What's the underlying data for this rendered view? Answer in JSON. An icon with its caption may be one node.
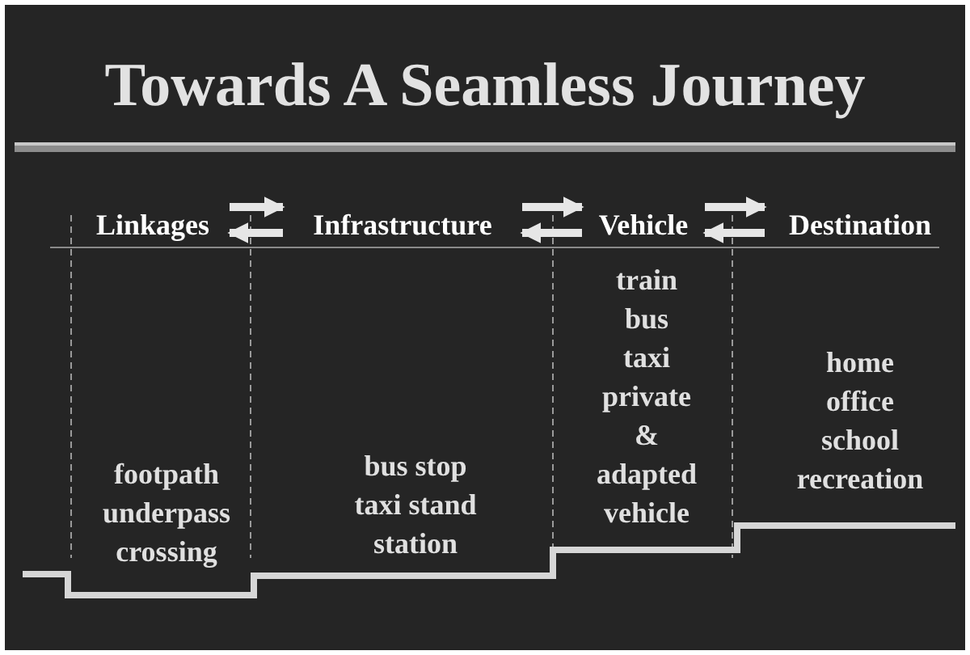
{
  "diagram": {
    "title": "Towards A Seamless Journey",
    "nodes": [
      {
        "text": [
          "Linkages"
        ],
        "beside": [
          "footpath",
          "underpass",
          "crossing"
        ]
      },
      {
        "text": [
          "Infrastructure"
        ],
        "beside": [
          "bus stop",
          "taxi stand",
          "station"
        ]
      },
      {
        "text": [
          "Vehicle"
        ],
        "beside": [
          "train",
          "bus",
          "taxi",
          "private & adapted vehicle"
        ]
      },
      {
        "text": [
          "Destination"
        ],
        "beside": [
          "home",
          "office",
          "school",
          "recreation"
        ]
      }
    ],
    "edges": [
      {
        "from": 0,
        "to": 1,
        "arrow": "to"
      },
      {
        "from": 1,
        "to": 0,
        "arrow": "to"
      },
      {
        "from": 1,
        "to": 2,
        "arrow": "to"
      },
      {
        "from": 2,
        "to": 1,
        "arrow": "to"
      },
      {
        "from": 2,
        "to": 3,
        "arrow": "to"
      },
      {
        "from": 3,
        "to": 2,
        "arrow": "to"
      }
    ]
  }
}
